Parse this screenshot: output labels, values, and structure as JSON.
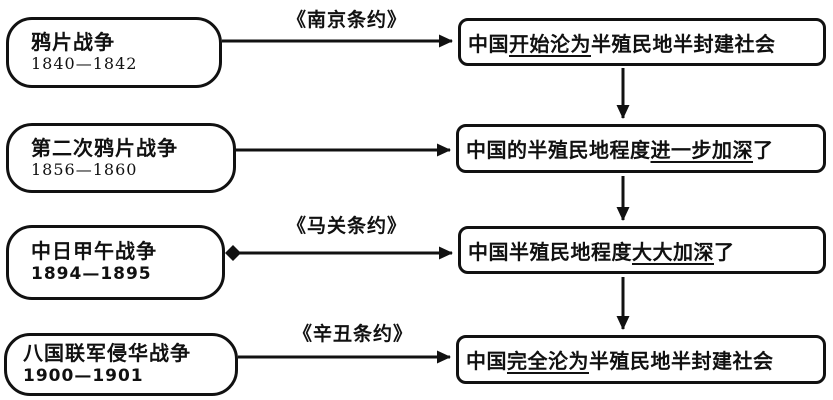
{
  "colors": {
    "line": "#111111",
    "background": "#ffffff",
    "text": "#111111"
  },
  "timeline": {
    "wars": [
      {
        "name": "鸦片战争",
        "years": "1840—1842"
      },
      {
        "name": "第二次鸦片战争",
        "years": "1856—1860"
      },
      {
        "name": "中日甲午战争",
        "years": "1894—1895"
      },
      {
        "name": "八国联军侵华战争",
        "years": "1900—1901"
      }
    ],
    "treaties": [
      {
        "label": "《南京条约》"
      },
      {
        "label": "《马关条约》"
      },
      {
        "label": "《辛丑条约》"
      }
    ],
    "outcomes": [
      {
        "prefix": "中国",
        "emphasis": "开始沦为",
        "suffix": "半殖民地半封建社会"
      },
      {
        "prefix": "中国的半殖民地程度",
        "emphasis": "进一步加深",
        "suffix": "了"
      },
      {
        "prefix": "中国半殖民地程度",
        "emphasis": "大大加深",
        "suffix": "了"
      },
      {
        "prefix": "中国",
        "emphasis": "完全沦为",
        "suffix": "半殖民地半封建社会"
      }
    ]
  }
}
